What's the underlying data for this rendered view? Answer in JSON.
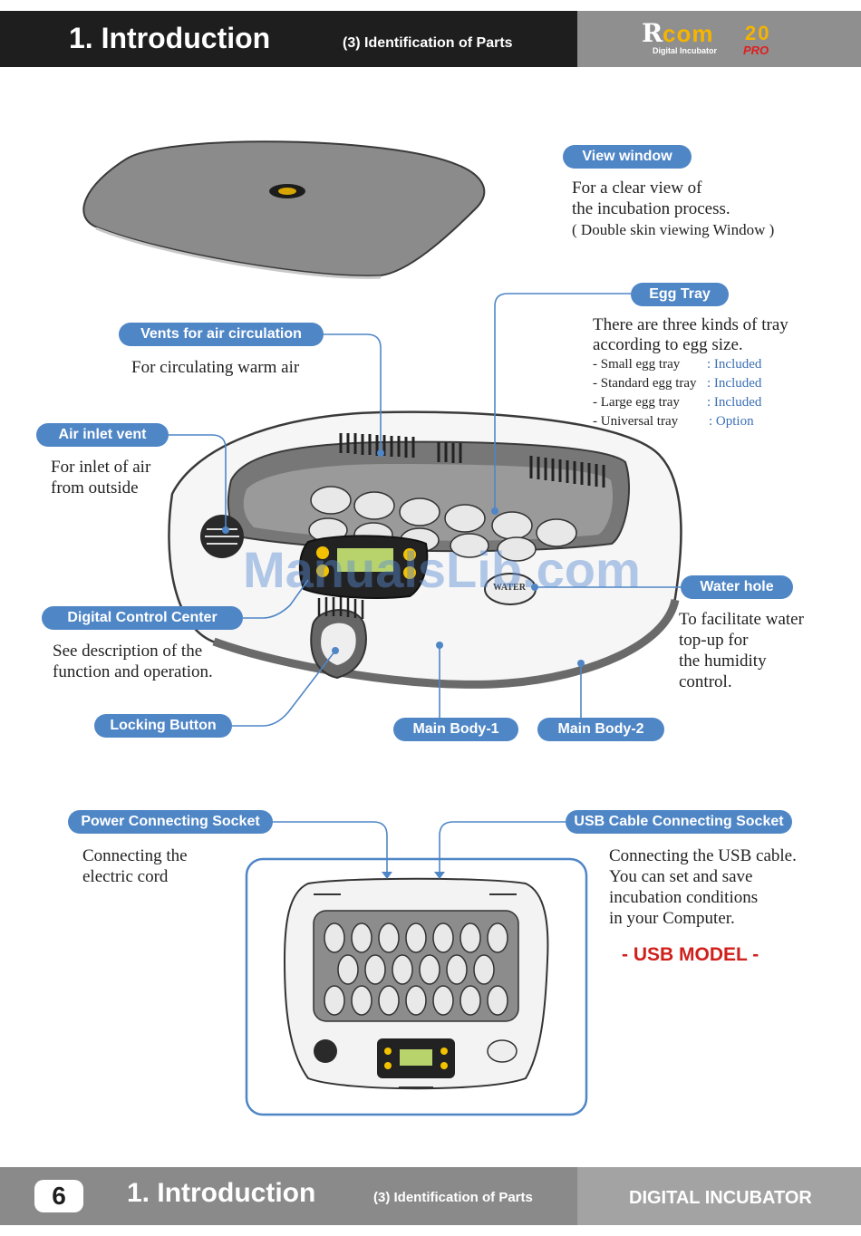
{
  "header": {
    "title": "1. Introduction",
    "subtitle": "(3) Identification of Parts",
    "logo_r": "R",
    "logo_com": "com",
    "logo_tagline": "Digital Incubator",
    "logo_model": "20",
    "logo_pro": "PRO"
  },
  "parts": {
    "view_window": {
      "label": "View window",
      "desc": [
        "For a clear view of",
        "the incubation process.",
        "( Double skin viewing Window )"
      ]
    },
    "egg_tray": {
      "label": "Egg Tray",
      "desc": [
        "There are three kinds of tray",
        "according to egg size."
      ],
      "trays": [
        {
          "name": "- Small egg tray",
          "status": ": Included"
        },
        {
          "name": "- Standard egg tray",
          "status": ": Included"
        },
        {
          "name": "- Large egg tray",
          "status": ": Included"
        },
        {
          "name": "- Universal tray",
          "status": ": Option"
        }
      ]
    },
    "vents": {
      "label": "Vents for air circulation",
      "desc": [
        "For circulating warm air"
      ]
    },
    "air_inlet": {
      "label": "Air inlet vent",
      "desc": [
        "For inlet of air",
        "from outside"
      ]
    },
    "digital_control": {
      "label": "Digital Control Center",
      "desc": [
        "See description of the",
        "function and operation."
      ]
    },
    "water_hole": {
      "label": "Water hole",
      "desc": [
        "To facilitate water",
        "top-up for",
        "the humidity",
        "control."
      ],
      "cap_text": "WATER"
    },
    "locking_button": {
      "label": "Locking Button"
    },
    "main_body_1": {
      "label": "Main Body-1"
    },
    "main_body_2": {
      "label": "Main Body-2"
    },
    "power_socket": {
      "label": "Power Connecting Socket",
      "desc": [
        "Connecting the",
        "electric cord"
      ]
    },
    "usb_socket": {
      "label": "USB Cable Connecting Socket",
      "desc": [
        "Connecting the USB cable.",
        "You can set and save",
        "incubation conditions",
        "in your Computer."
      ]
    },
    "usb_model": "-  USB MODEL  -"
  },
  "watermark": "ManualsLib.com",
  "footer": {
    "page_number": "6",
    "title": "1. Introduction",
    "subtitle": "(3) Identification of Parts",
    "brand": "DIGITAL INCUBATOR"
  },
  "colors": {
    "accent": "#4f86c6",
    "header_dark": "#1e1e1e",
    "red": "#d0201c",
    "logo_gold": "#f5b400"
  }
}
